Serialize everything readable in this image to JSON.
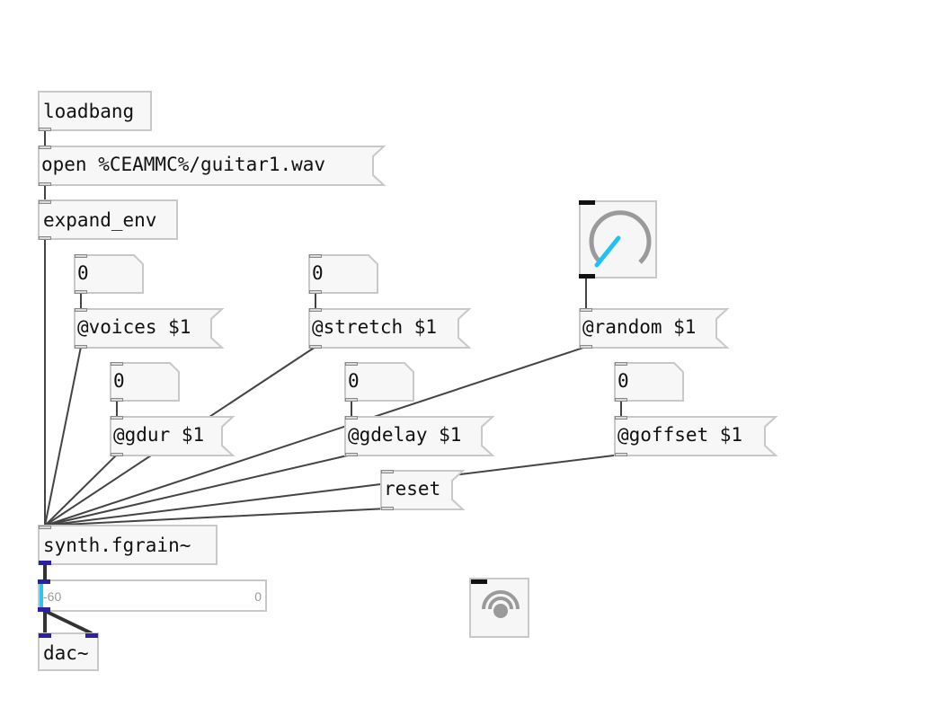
{
  "patch": {
    "objects": {
      "loadbang": "loadbang",
      "expand_env": "expand_env",
      "synth": "synth.fgrain~",
      "dac": "dac~"
    },
    "messages": {
      "open": "open %CEAMMC%/guitar1.wav",
      "voices": "@voices $1",
      "stretch": "@stretch $1",
      "random": "@random $1",
      "gdur": "@gdur $1",
      "gdelay": "@gdelay $1",
      "goffset": "@goffset $1",
      "reset": "reset"
    },
    "numbers": {
      "voices_num": "0",
      "stretch_num": "0",
      "gdur_num": "0",
      "gdelay_num": "0",
      "goffset_num": "0"
    },
    "meter": {
      "min_label": "-60",
      "max_label": "0",
      "level": 0
    },
    "knob": {
      "value": 0.5
    },
    "colors": {
      "accent": "#1ec3f3",
      "signal_port": "#2a20a0",
      "wire": "#444444",
      "box_border": "#c8c8c8",
      "box_fill": "#f7f7f7"
    },
    "icons": {
      "dsp_toggle": "speaker-wave-icon"
    }
  }
}
